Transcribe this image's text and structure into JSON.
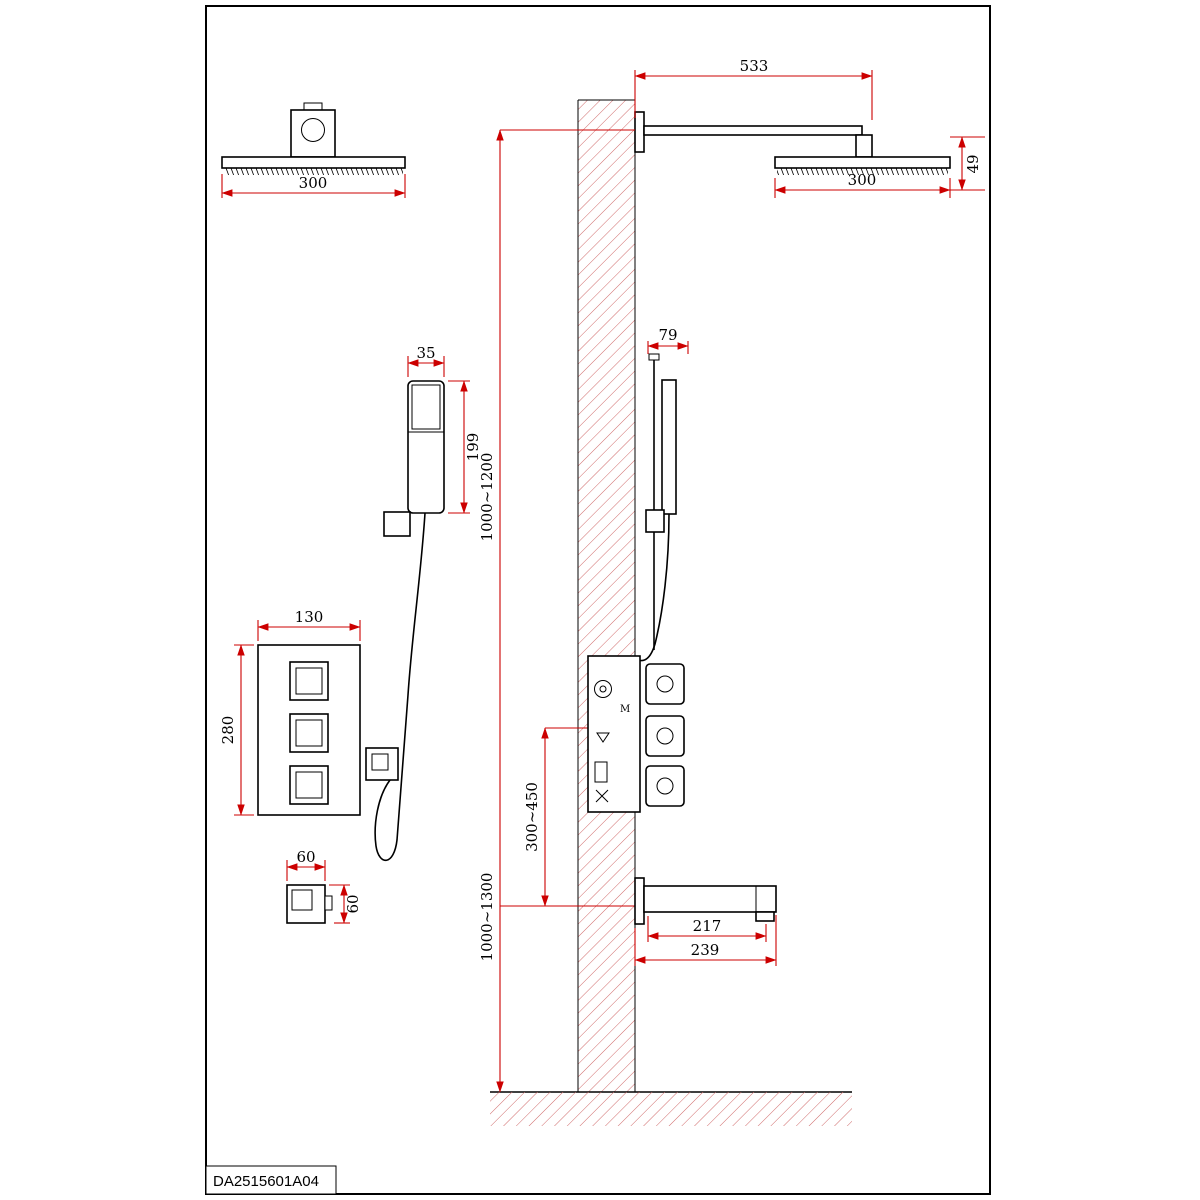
{
  "drawing": {
    "title_block": {
      "code": "DA2515601A04"
    },
    "colors": {
      "dim": "#cc0000",
      "hatch": "#d06a6a",
      "line": "#000000"
    },
    "labels": {
      "valve_marking": "M"
    },
    "dimensions": {
      "overhead_width_front": "300",
      "arm_length": "533",
      "overhead_width_side": "300",
      "overhead_drop": "49",
      "handshower_width": "35",
      "handshower_length": "199",
      "valve_width": "130",
      "valve_height": "280",
      "elbow_width": "60",
      "elbow_height": "60",
      "handshower_offset": "79",
      "overhead_mount_height": "1000~1200",
      "valve_to_spout_range": "300~450",
      "spout_mount_height": "1000~1300",
      "spout_reach": "217",
      "spout_length": "239"
    }
  }
}
